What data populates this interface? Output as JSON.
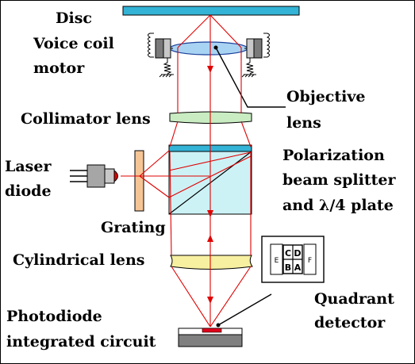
{
  "labels": {
    "disc": "Disc",
    "voice_coil_motor_1": "Voice coil",
    "voice_coil_motor_2": "motor",
    "objective_lens_1": "Objective",
    "objective_lens_2": "lens",
    "collimator_lens": "Collimator lens",
    "laser_diode_1": "Laser",
    "laser_diode_2": "diode",
    "polarization_1": "Polarization",
    "polarization_2": "beam splitter",
    "polarization_3": "and  λ/4 plate",
    "grating": "Grating",
    "cylindrical_lens": "Cylindrical lens",
    "quadrant_detector_1": "Quadrant",
    "quadrant_detector_2": "detector",
    "photodiode_1": "Photodiode",
    "photodiode_2": "integrated circuit"
  },
  "detector_cells": {
    "top_left": "C",
    "top_right": "D",
    "bottom_left": "B",
    "bottom_right": "A",
    "left": "E",
    "right": "F"
  },
  "colors": {
    "disc": "#33b3d6",
    "objective_lens": "#a9d3f2",
    "collimator_lens": "#c9ecc2",
    "beam_splitter": "#ccf2f6",
    "grating": "#f6c596",
    "laser_head": "#e00000",
    "cylindrical_lens": "#f7f0a0",
    "beam": "#e00000",
    "photodiode_chip": "#e0001a",
    "ic_base": "#808080"
  }
}
